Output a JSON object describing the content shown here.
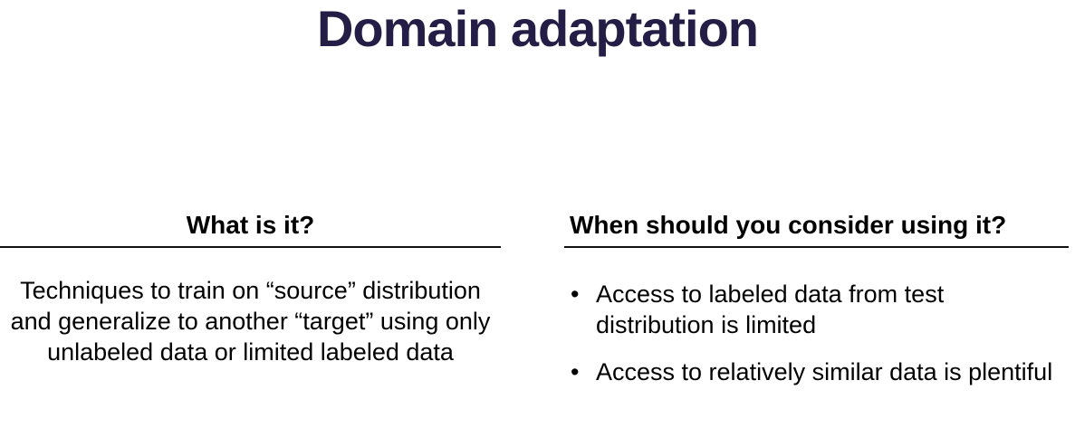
{
  "slide": {
    "title": "Domain adaptation",
    "title_color": "#241e46",
    "text_color": "#000000",
    "rule_color": "#111111",
    "bullet_glyph": "•",
    "columns": {
      "left": {
        "heading": "What is it?",
        "body": "Techniques to train on “source” distribution and generalize to another “target” using only unlabeled data or limited labeled data"
      },
      "right": {
        "heading": "When should you consider using it?",
        "bullets": [
          "Access to labeled data from test distribution is limited",
          "Access to relatively similar data is plentiful"
        ]
      }
    }
  }
}
